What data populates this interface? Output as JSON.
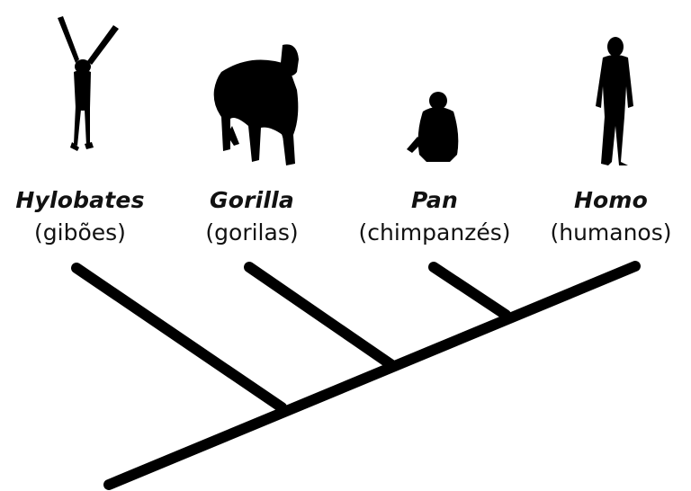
{
  "taxa": [
    {
      "genus": "Hylobates",
      "common": "(gibões)",
      "icon": "gibbon-silhouette-icon"
    },
    {
      "genus": "Gorilla",
      "common": "(gorilas)",
      "icon": "gorilla-silhouette-icon"
    },
    {
      "genus": "Pan",
      "common": "(chimpanzés)",
      "icon": "chimpanzee-silhouette-icon"
    },
    {
      "genus": "Homo",
      "common": "(humanos)",
      "icon": "human-silhouette-icon"
    }
  ],
  "colors": {
    "branch": "#000000",
    "silhouette": "#000000",
    "text": "#111111"
  }
}
